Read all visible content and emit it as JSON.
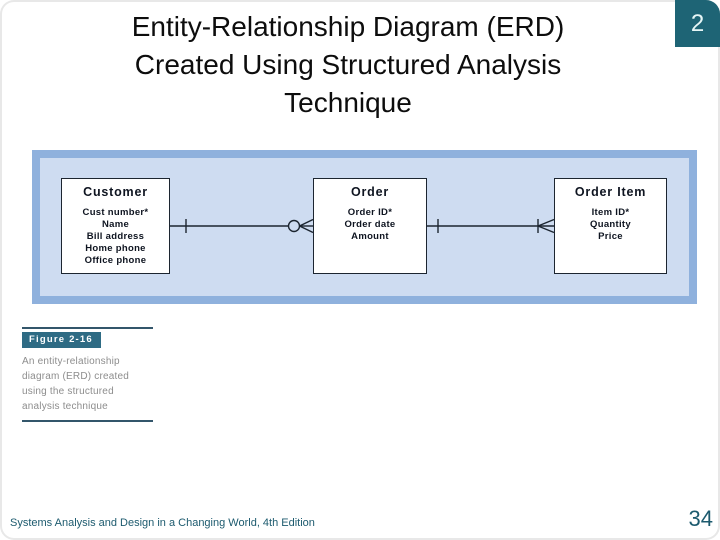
{
  "slide": {
    "title_lines": [
      "Entity-Relationship Diagram (ERD)",
      "Created Using Structured Analysis",
      "Technique"
    ],
    "page_badge": "2",
    "footer": "Systems Analysis and Design in a Changing World, 4th Edition",
    "page_number": "34"
  },
  "figure": {
    "label": "Figure 2-16",
    "caption_lines": [
      "An entity-relationship",
      "diagram (ERD) created",
      "using the structured",
      "analysis technique"
    ]
  },
  "diagram": {
    "entities": [
      {
        "name": "Customer",
        "attributes": [
          "Cust number*",
          "Name",
          "Bill address",
          "Home phone",
          "Office phone"
        ]
      },
      {
        "name": "Order",
        "attributes": [
          "Order ID*",
          "Order date",
          "Amount"
        ]
      },
      {
        "name": "Order Item",
        "attributes": [
          "Item ID*",
          "Quantity",
          "Price"
        ]
      }
    ],
    "relationships": [
      {
        "from": "Customer",
        "to": "Order",
        "from_cardinality": "one",
        "to_cardinality": "zero-or-many"
      },
      {
        "from": "Order",
        "to": "Order Item",
        "from_cardinality": "one",
        "to_cardinality": "one-or-many"
      }
    ]
  },
  "colors": {
    "teal_badge": "#1e6475",
    "badge_text": "#e6f6f6",
    "figure_label_bg": "#2e6b84",
    "panel_outer": "#8fb1dd",
    "panel_inner": "#cedcf1",
    "caption_text": "#8d8d8d",
    "footer_text": "#1c5a6e",
    "connector": "#1c2530"
  }
}
